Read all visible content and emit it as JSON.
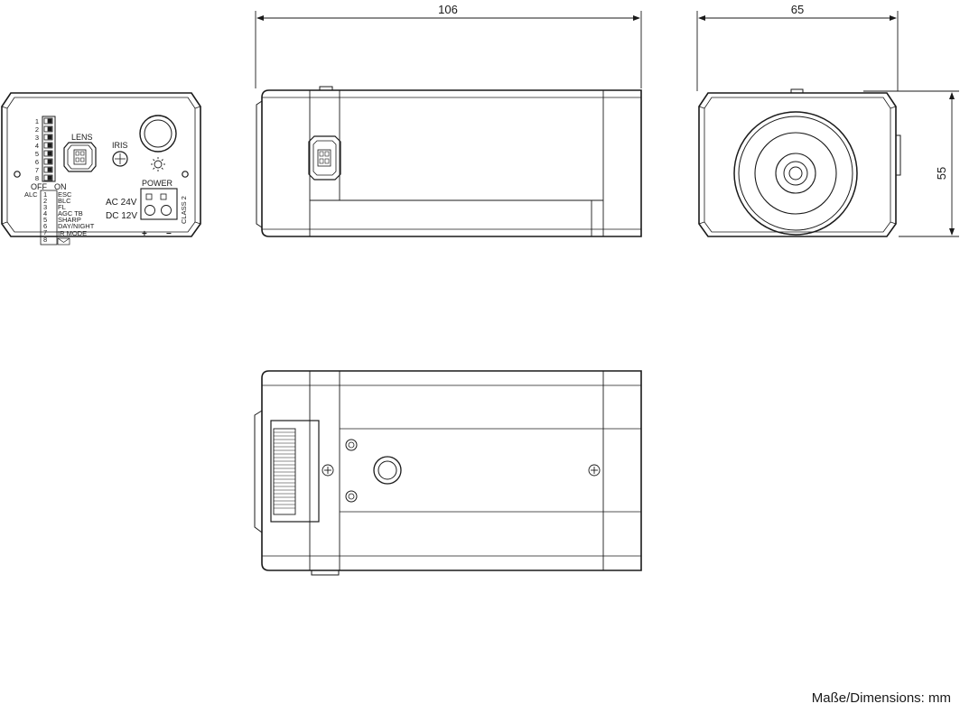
{
  "dimensions": {
    "length": "106",
    "width": "65",
    "height": "55",
    "units_note": "Maße/Dimensions: mm"
  },
  "rear_panel": {
    "dip_numbers": [
      "1",
      "2",
      "3",
      "4",
      "5",
      "6",
      "7",
      "8"
    ],
    "off_label": "OFF",
    "on_label": "ON",
    "lens_label": "LENS",
    "iris_label": "IRIS",
    "power_label": "POWER",
    "ac_label": "AC 24V",
    "dc_label": "DC 12V",
    "class_label": "CLASS 2",
    "plus_label": "+",
    "minus_label": "−",
    "alc_label": "ALC",
    "functions": [
      {
        "num": "1",
        "name": "ESC"
      },
      {
        "num": "2",
        "name": "BLC"
      },
      {
        "num": "3",
        "name": "FL"
      },
      {
        "num": "4",
        "name": "AGC TB"
      },
      {
        "num": "5",
        "name": "SHARP"
      },
      {
        "num": "6",
        "name": "DAY/NIGHT"
      },
      {
        "num": "7",
        "name": "IR MODE"
      },
      {
        "num": "8",
        "name": ""
      }
    ]
  }
}
